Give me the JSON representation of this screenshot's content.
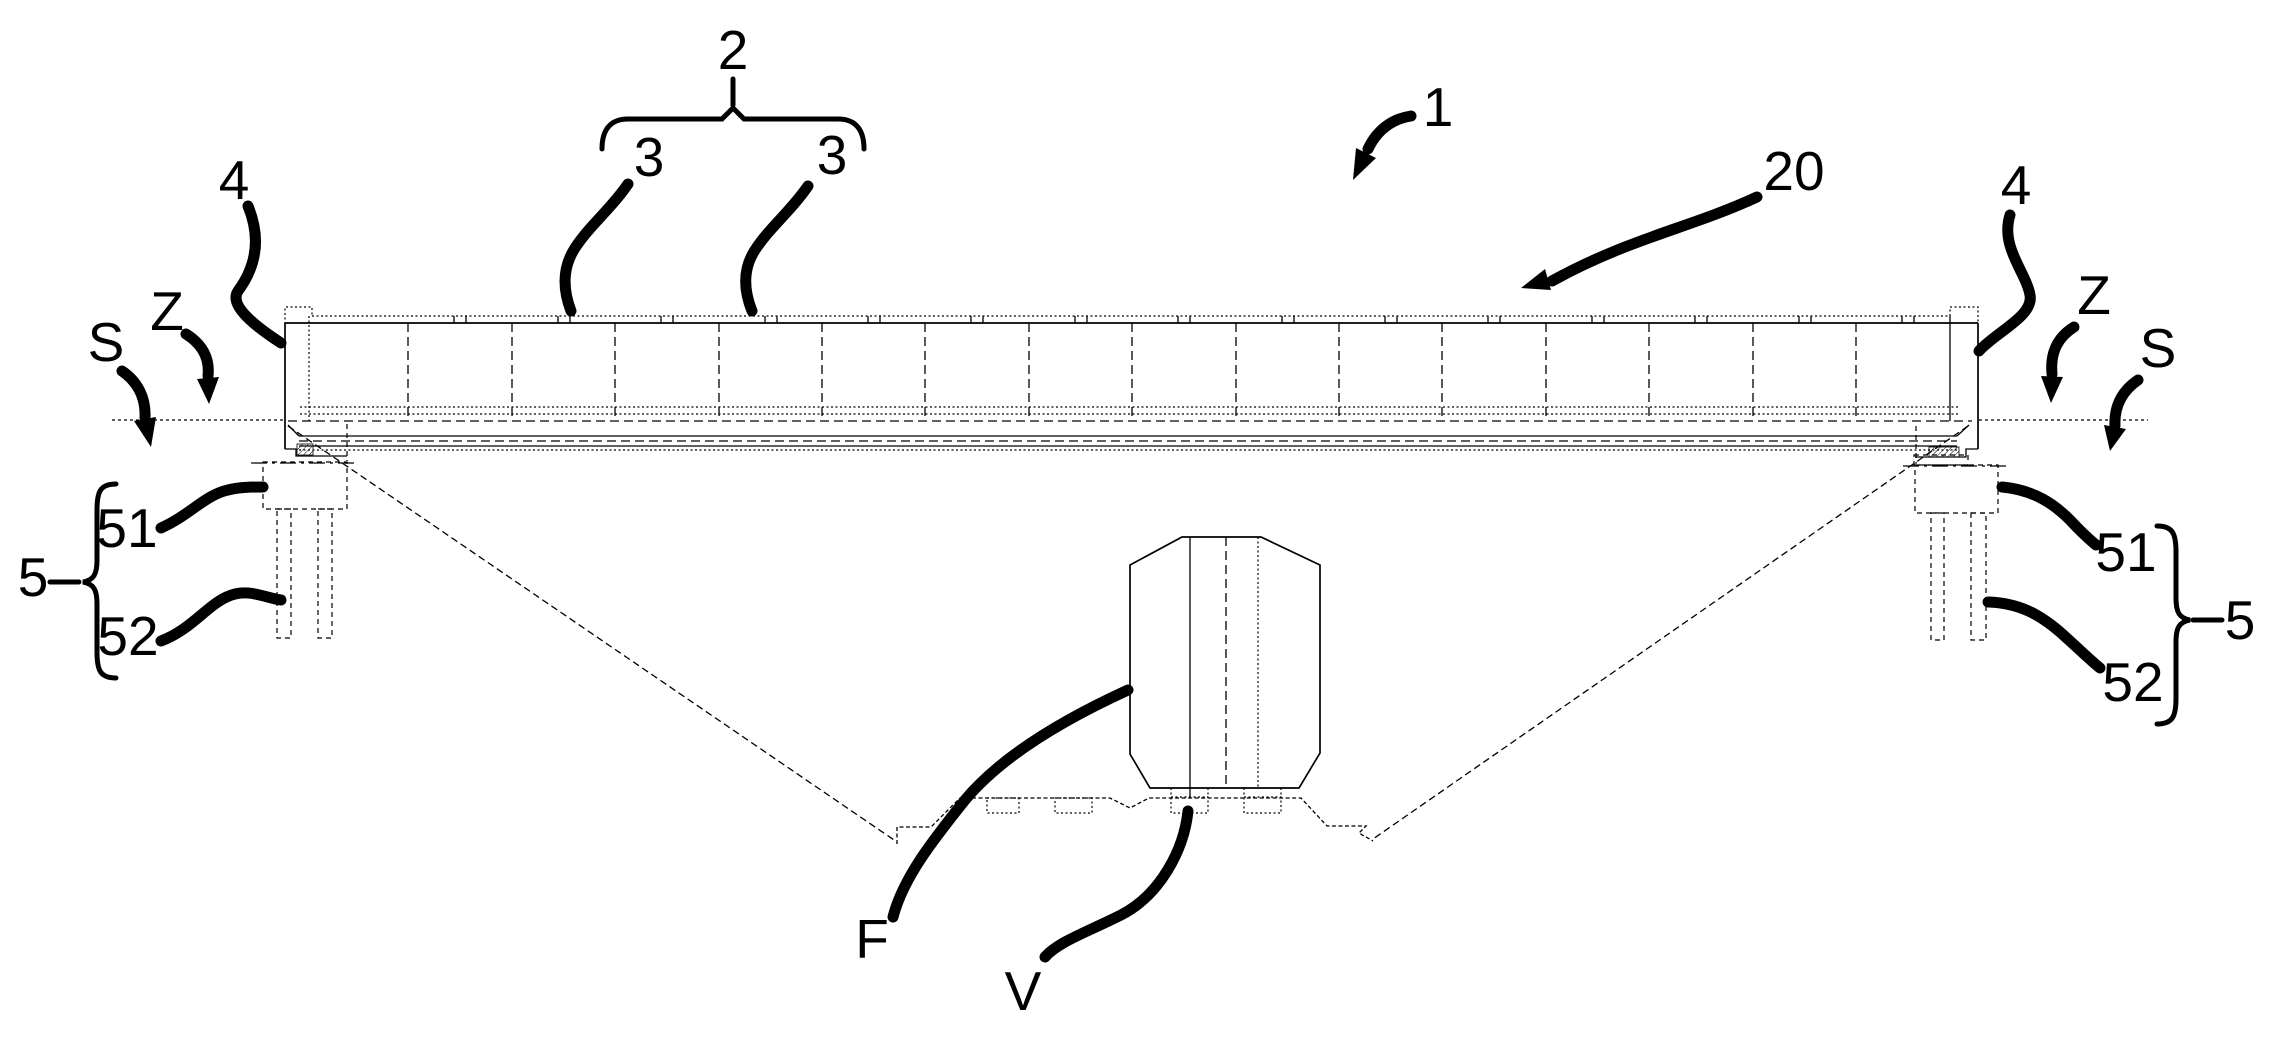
{
  "figure": {
    "background_color": "#ffffff",
    "line_color": "#000000",
    "labels": {
      "assembly": "1",
      "span_group": "2",
      "span_segment": "3",
      "end_frame": "4",
      "deck": "20",
      "support_assembly": "5",
      "support_block": "51",
      "support_pile": "52",
      "detail_zone": "Z",
      "section_plane": "S",
      "front_mark": "F",
      "vehicle_mark": "V"
    }
  }
}
